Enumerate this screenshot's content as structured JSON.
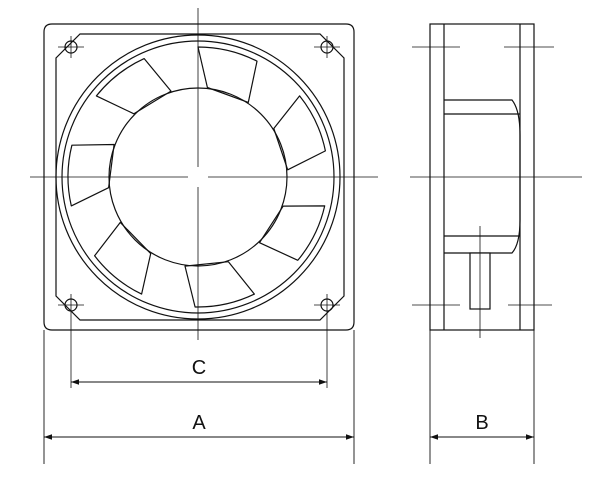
{
  "dimensions": {
    "overall_width_label": "A",
    "hole_spacing_label": "C",
    "depth_label": "B"
  },
  "views": {
    "front": {
      "blade_count": 7,
      "corner_hole_count": 4
    },
    "side": {}
  },
  "colors": {
    "line": "#111111",
    "background": "#ffffff"
  }
}
